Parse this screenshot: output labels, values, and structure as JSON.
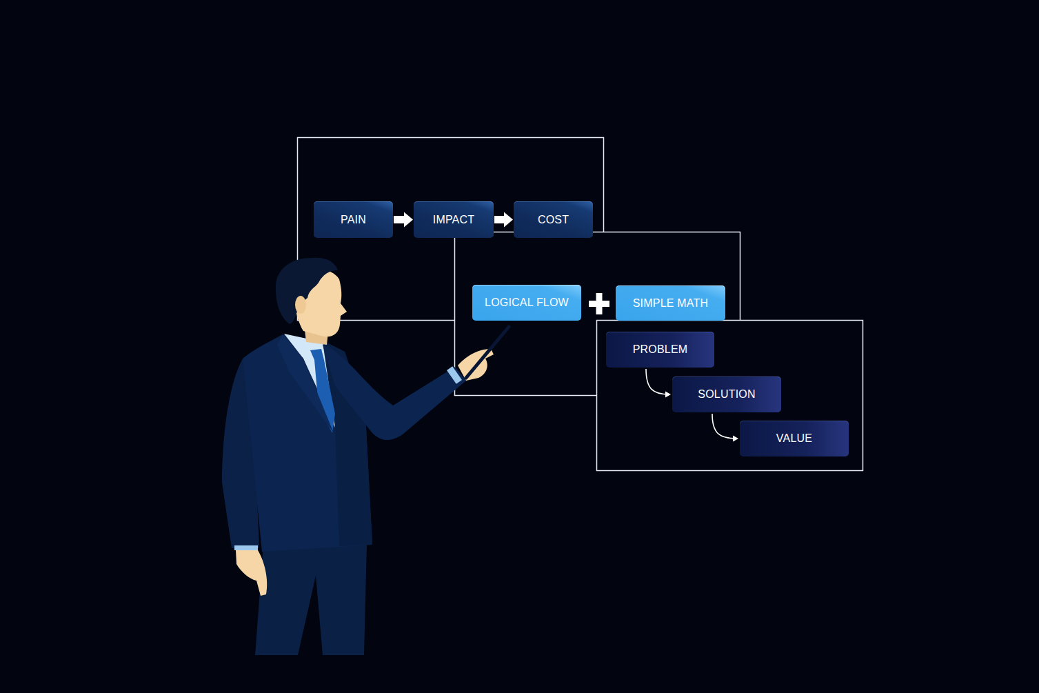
{
  "diagram": {
    "nodes": [
      {
        "text": [
          "PAIN"
        ]
      },
      {
        "text": [
          "IMPACT"
        ]
      },
      {
        "text": [
          "COST"
        ]
      },
      {
        "text": [
          "LOGICAL FLOW"
        ]
      },
      {
        "text": [
          "SIMPLE MATH"
        ]
      },
      {
        "text": [
          "PROBLEM"
        ]
      },
      {
        "text": [
          "SOLUTION"
        ]
      },
      {
        "text": [
          "VALUE"
        ]
      }
    ],
    "edges": [
      {
        "from": 0,
        "to": 1,
        "arrow": "to"
      },
      {
        "from": 1,
        "to": 2,
        "arrow": "to"
      },
      {
        "from": 5,
        "to": 6,
        "arrow": "to"
      },
      {
        "from": 6,
        "to": 7,
        "arrow": "to"
      }
    ]
  }
}
